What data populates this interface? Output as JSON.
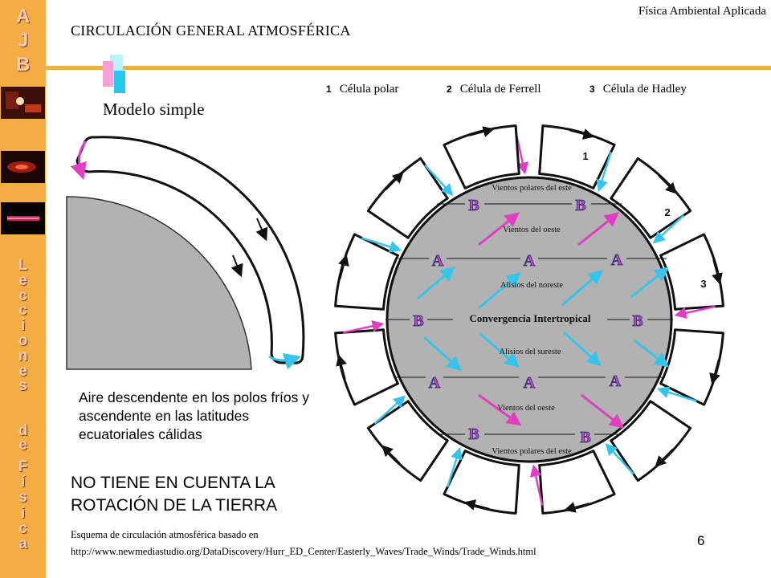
{
  "header": {
    "course_name": "Física Ambiental Aplicada",
    "title": "CIRCULACIÓN  GENERAL ATMOSFÉRICA"
  },
  "sidebar": {
    "top_letters": [
      "A",
      "J",
      "B"
    ],
    "vertical_word_1": [
      "L",
      "e",
      "c",
      "c",
      "i",
      "o",
      "n",
      "e",
      "s"
    ],
    "vertical_word_2": [
      "d",
      "e"
    ],
    "vertical_word_3": [
      "F",
      "í",
      "s",
      "i",
      "c",
      "a"
    ]
  },
  "model_label": "Modelo simple",
  "legend": [
    {
      "number": "1",
      "label": "Célula polar"
    },
    {
      "number": "2",
      "label": "Célula de Ferrell"
    },
    {
      "number": "3",
      "label": "Célula de Hadley"
    }
  ],
  "description": "Aire descendente en los polos fríos y ascendente en las latitudes ecuatoriales cálidas",
  "warning": "NO TIENE EN CUENTA LA ROTACIÓN DE LA TIERRA",
  "source_line_1": "Esquema de circulación atmosférica basado en",
  "source_line_2": "http://www.newmediastudio.org/DataDiscovery/Hurr_ED_Center/Easterly_Waves/Trade_Winds/Trade_Winds.html",
  "page_number": "6",
  "diagram": {
    "wind_labels": {
      "polar_east_top": "Vientos polares del este",
      "westerlies_top": "Vientos del oeste",
      "ne_trades": "Alisios  del noreste",
      "itcz": "Convergencia Intertropical",
      "se_trades": "Alisios  del sureste",
      "westerlies_bottom": "Vientos del oeste",
      "polar_east_bottom": "Vientos polares del este"
    },
    "pressure_marks": {
      "high": "A",
      "low": "B"
    },
    "cell_numbers": [
      "1",
      "2",
      "3"
    ],
    "colors": {
      "earth": "#b2b2b2",
      "sidebar": "#f4ad42",
      "cyan_arrow": "#35c4ec",
      "magenta_arrow": "#e03fc2",
      "pressure_letter": "#c246c9",
      "letter_outline": "#2a2a6a"
    }
  }
}
